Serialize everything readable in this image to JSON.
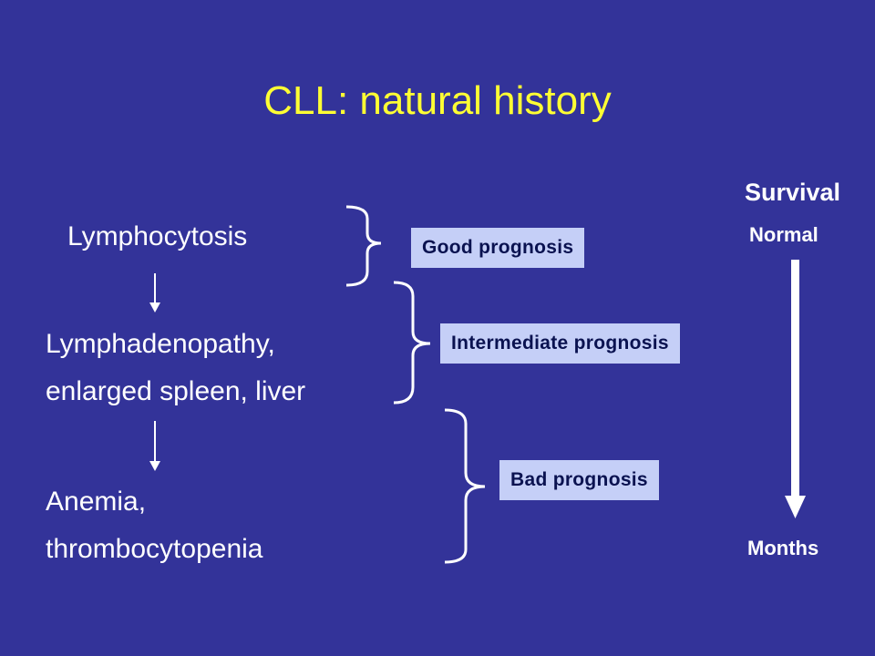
{
  "title": "CLL: natural history",
  "stages": {
    "stage1": [
      "Lymphocytosis"
    ],
    "stage2": [
      "Lymphadenopathy,",
      "enlarged spleen, liver"
    ],
    "stage3": [
      "Anemia,",
      "thrombocytopenia"
    ]
  },
  "prognosis": {
    "good": "Good prognosis",
    "intermediate": "Intermediate prognosis",
    "bad": "Bad prognosis"
  },
  "survival_axis": {
    "heading": "Survival",
    "top": "Normal",
    "bottom": "Months"
  },
  "colors": {
    "background": "#333399",
    "title": "#ffff33",
    "text": "#ffffff",
    "box": "#c5cff7"
  }
}
